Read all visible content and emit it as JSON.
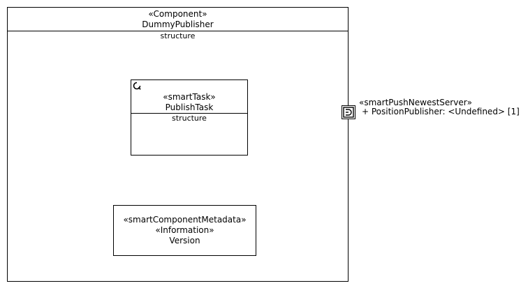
{
  "diagram": {
    "component": {
      "stereotype": "«Component»",
      "name": "DummyPublisher",
      "compartment_label": "structure"
    },
    "task": {
      "icon": "cycle-icon",
      "stereotype": "«smartTask»",
      "name": "PublishTask",
      "compartment_label": "structure"
    },
    "metadata": {
      "stereotype_1": "«smartComponentMetadata»",
      "stereotype_2": "«Information»",
      "name": "Version"
    },
    "port": {
      "icon": "service-port-icon",
      "stereotype": "«smartPushNewestServer»",
      "label": "+ PositionPublisher: <Undefined> [1]"
    }
  }
}
